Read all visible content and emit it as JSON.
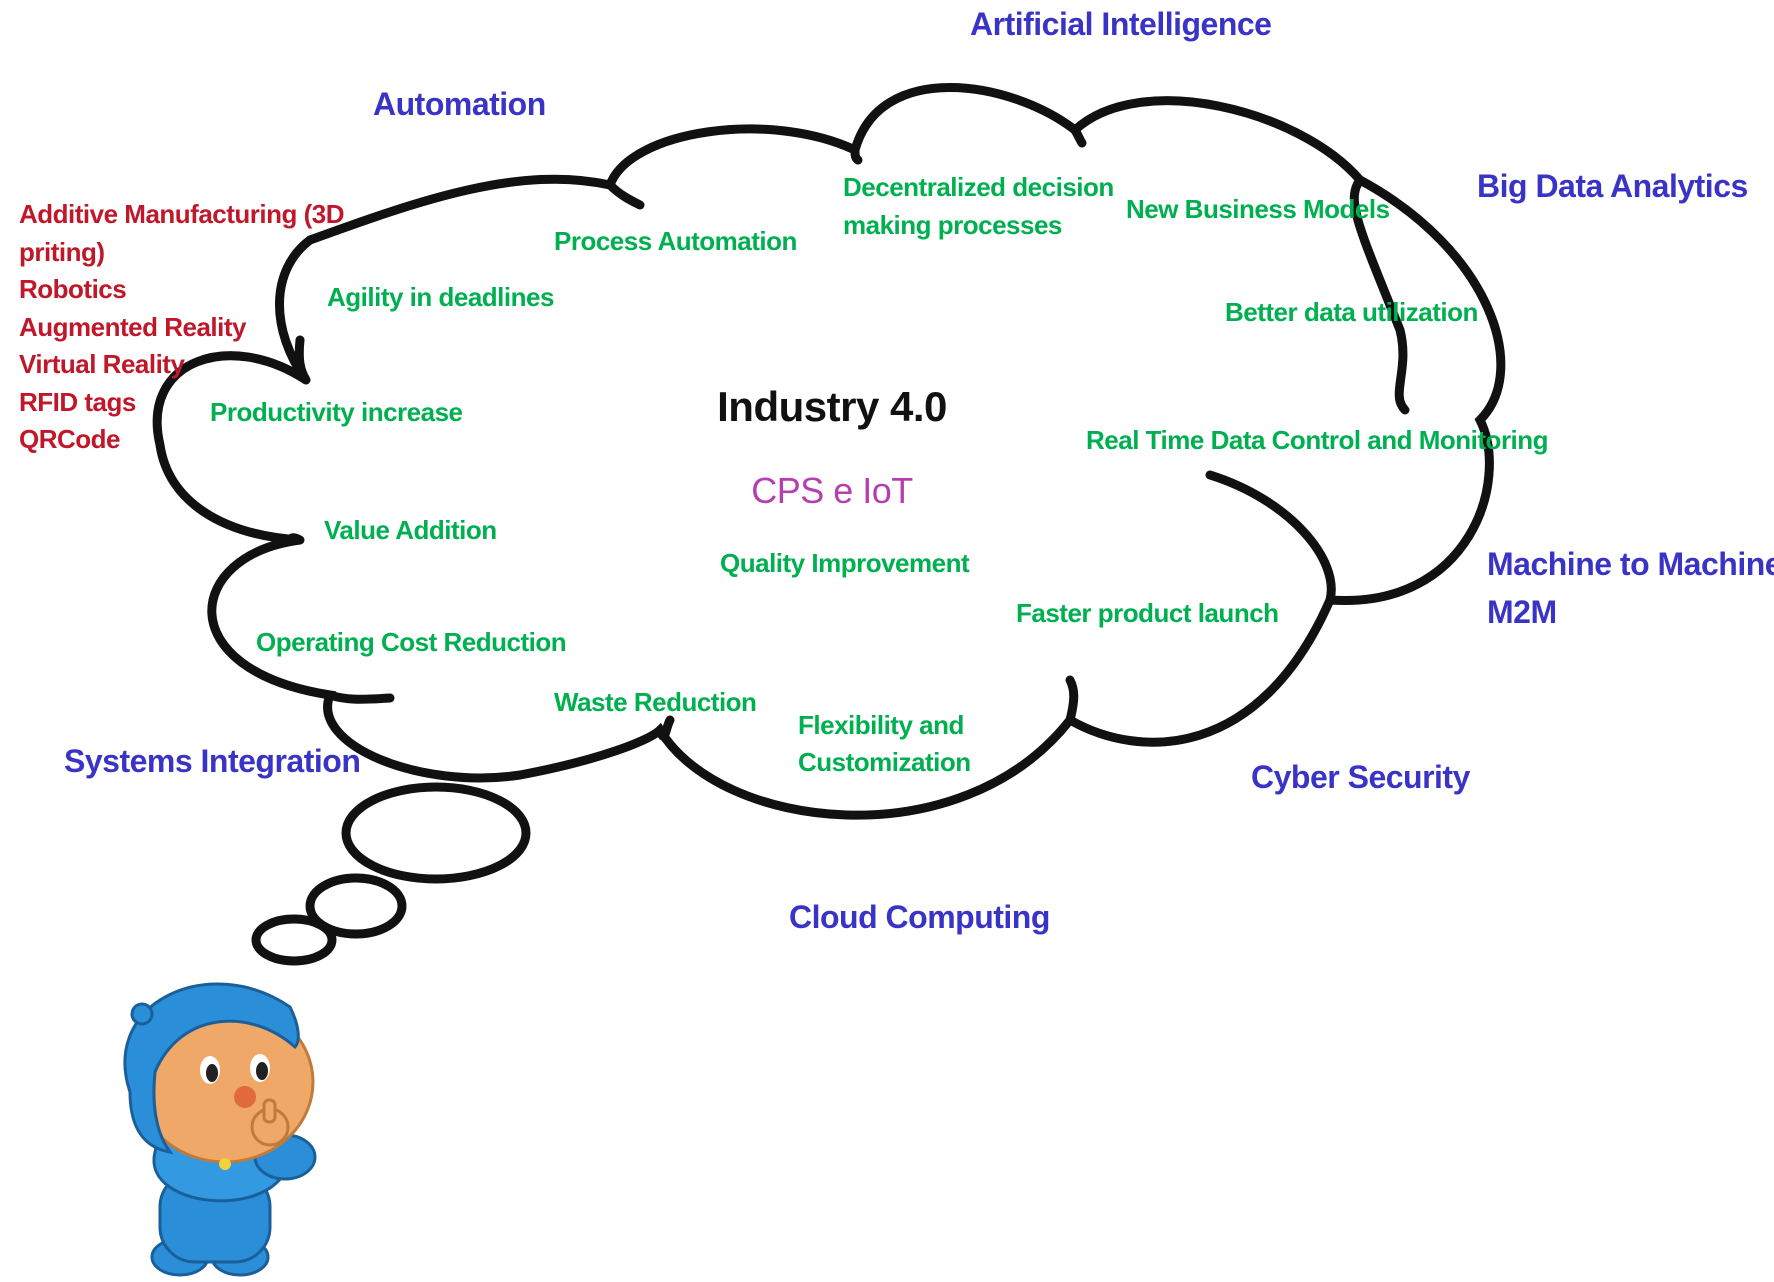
{
  "center": {
    "title": "Industry 4.0",
    "subtitle": "CPS e IoT"
  },
  "technologies": {
    "artificial_intelligence": "Artificial Intelligence",
    "automation": "Automation",
    "big_data_analytics": "Big Data Analytics",
    "machine_to_machine_1": "Machine to Machine",
    "machine_to_machine_2": "M2M",
    "cyber_security": "Cyber Security",
    "cloud_computing": "Cloud Computing",
    "systems_integration": "Systems Integration"
  },
  "additive_list": {
    "items": [
      "Additive Manufacturing (3D",
      "priting)",
      "Robotics",
      "Augmented Reality",
      "Virtual Reality",
      "RFID tags",
      "QRCode"
    ]
  },
  "benefits": {
    "process_automation": "Process Automation",
    "decentralized_1": "Decentralized decision",
    "decentralized_2": "making processes",
    "new_business_models": "New Business Models",
    "agility": "Agility in deadlines",
    "better_data": "Better data utilization",
    "productivity": "Productivity increase",
    "real_time": "Real Time Data Control and Monitoring",
    "value_addition": "Value Addition",
    "quality": "Quality Improvement",
    "faster_launch": "Faster product launch",
    "operating_cost": "Operating Cost Reduction",
    "waste": "Waste Reduction",
    "flexibility_1": "Flexibility and",
    "flexibility_2": "Customization"
  },
  "colors": {
    "technology_text": "#3a34c6",
    "benefit_text": "#00b050",
    "list_text": "#c0182a",
    "subtitle_text": "#b63fb0",
    "outline": "#111111",
    "character_blue": "#2a8fd8",
    "character_skin": "#f0a868"
  },
  "icons": {
    "thought_cloud": "thought-cloud-icon",
    "thinking_character": "thinking-character-icon"
  }
}
